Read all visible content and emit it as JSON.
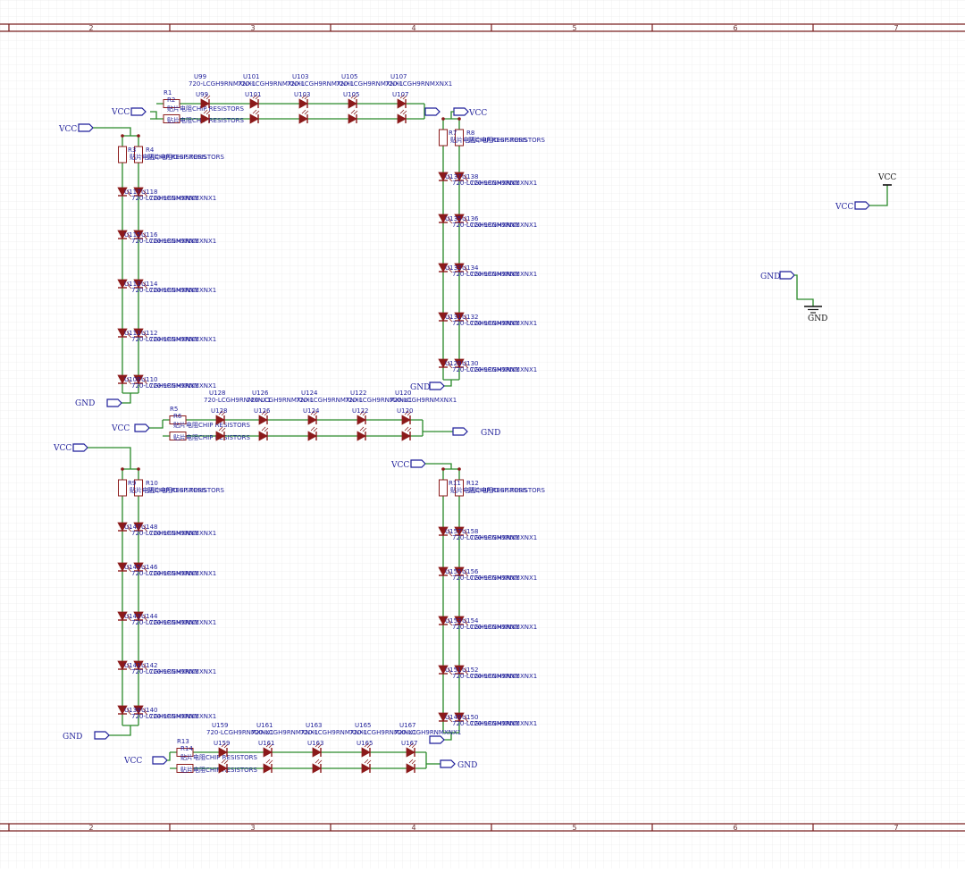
{
  "colors": {
    "wire": "#2a8a2a",
    "component": "#8b1a1a",
    "label": "#1f1f9a",
    "grid": "#e6e6e6",
    "ruler": "#7a2020",
    "port": "#1f1f9a"
  },
  "ruler": {
    "columns": [
      "2",
      "3",
      "4",
      "5",
      "6",
      "7"
    ]
  },
  "nets": {
    "vcc": "VCC",
    "gnd": "GND"
  },
  "strings": {
    "resistor_desc": "贴片电阻CHIP RESISTORS",
    "led_part": "720-LCGH9RNMXNX1"
  },
  "blocks": [
    {
      "id": "top",
      "orient": "h",
      "designators": {
        "resistors": [
          "R1",
          "R2"
        ],
        "leds": [
          "U99",
          "U101",
          "U103",
          "U105",
          "U107"
        ]
      }
    },
    {
      "id": "left-upper",
      "orient": "v",
      "designators": {
        "resistors": [
          "R3",
          "R4"
        ],
        "leds": [
          "U117",
          "U118",
          "U115",
          "U116",
          "U113",
          "U114",
          "U111",
          "U112",
          "U109",
          "U110"
        ]
      }
    },
    {
      "id": "right-upper",
      "orient": "v",
      "designators": {
        "resistors": [
          "R7",
          "R8"
        ],
        "leds": [
          "U137",
          "U138",
          "U135",
          "U136",
          "U133",
          "U134",
          "U131",
          "U132",
          "U129",
          "U130"
        ]
      }
    },
    {
      "id": "middle",
      "orient": "h",
      "designators": {
        "resistors": [
          "R5",
          "R6"
        ],
        "leds": [
          "U128",
          "U126",
          "U124",
          "U122",
          "U120"
        ]
      }
    },
    {
      "id": "left-lower",
      "orient": "v",
      "designators": {
        "resistors": [
          "R9",
          "R10"
        ],
        "leds": [
          "U147",
          "U148",
          "U145",
          "U146",
          "U143",
          "U144",
          "U141",
          "U142",
          "U139",
          "U140"
        ]
      }
    },
    {
      "id": "right-lower",
      "orient": "v",
      "designators": {
        "resistors": [
          "R11",
          "R12"
        ],
        "leds": [
          "U157",
          "U158",
          "U155",
          "U156",
          "U153",
          "U154",
          "U151",
          "U152",
          "U149",
          "U150"
        ]
      }
    },
    {
      "id": "bottom",
      "orient": "h",
      "designators": {
        "resistors": [
          "R13",
          "R14"
        ],
        "leds": [
          "U159",
          "U161",
          "U163",
          "U165",
          "U167"
        ]
      }
    }
  ]
}
